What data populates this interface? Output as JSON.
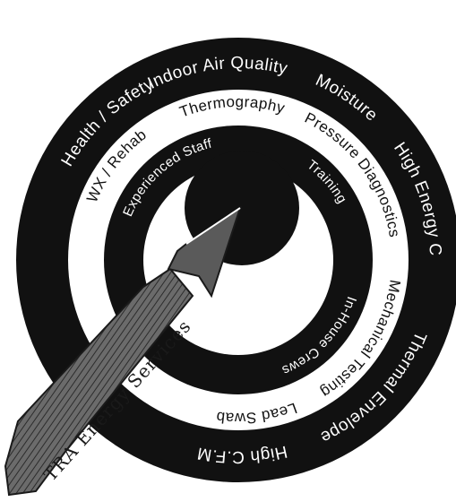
{
  "rings": {
    "outer": {
      "labels": [
        "Health / Safety",
        "Indoor Air Quality",
        "Moisture",
        "High Energy Cost",
        "Thermal Envelope",
        "High C.F.M"
      ]
    },
    "middle": {
      "labels": [
        "WX / Rehab",
        "Thermography",
        "Pressure Diagnostics",
        "Mechanical Testing",
        "Lead Swab"
      ]
    },
    "inner": {
      "labels": [
        "Experienced Staff",
        "Training",
        "In-House Crews"
      ]
    }
  },
  "arrow": {
    "label": "TRA Energy Services"
  },
  "colors": {
    "ring_dark": "#111111",
    "ring_light": "#ffffff",
    "arrow_fill": "#6b6b6b"
  }
}
